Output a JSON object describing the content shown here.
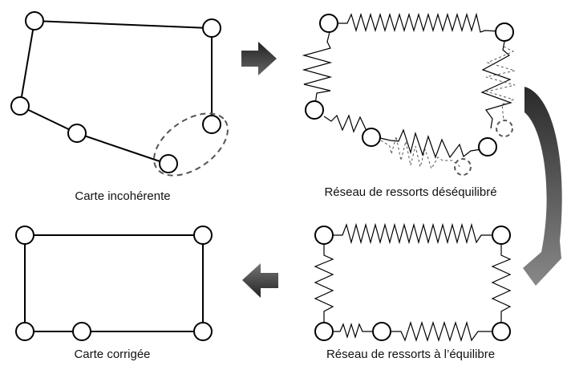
{
  "diagram": {
    "panels": [
      {
        "id": "incoherent",
        "label": "Carte incohérente"
      },
      {
        "id": "unbalanced",
        "label": "Réseau de ressorts déséquilibré"
      },
      {
        "id": "balanced",
        "label": "Réseau de ressorts à l’équilibre"
      },
      {
        "id": "corrected",
        "label": "Carte corrigée"
      }
    ],
    "arrows": [
      {
        "from": "incoherent",
        "to": "unbalanced",
        "icon": "arrow-right-icon"
      },
      {
        "from": "unbalanced",
        "to": "balanced",
        "icon": "curved-arrow-down-icon"
      },
      {
        "from": "balanced",
        "to": "corrected",
        "icon": "arrow-left-icon"
      }
    ],
    "colors": {
      "stroke": "#000000",
      "node_fill": "#ffffff",
      "dashed": "#555555",
      "arrow_dark": "#333333",
      "arrow_light": "#777777"
    }
  }
}
